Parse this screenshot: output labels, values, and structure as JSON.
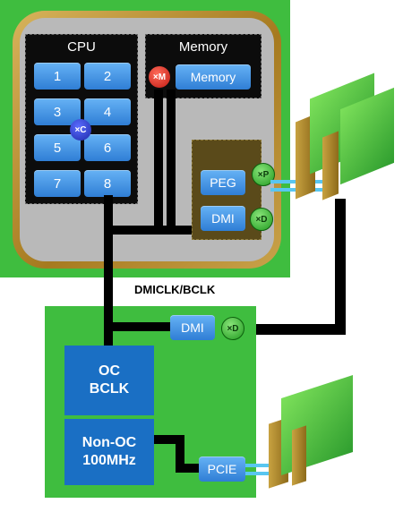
{
  "cpu": {
    "title": "CPU",
    "cores": [
      "1",
      "2",
      "3",
      "4",
      "5",
      "6",
      "7",
      "8"
    ],
    "multiplier_badge": "×C"
  },
  "memory": {
    "title": "Memory",
    "button": "Memory",
    "multiplier_badge": "×M"
  },
  "uncore": {
    "peg_label": "PEG",
    "peg_badge": "×P",
    "dmi_label": "DMI",
    "dmi_badge": "×D"
  },
  "link_label": "DMICLK/BCLK",
  "pch": {
    "dmi_label": "DMI",
    "dmi_badge": "×D",
    "oc_block": [
      "OC",
      "BCLK"
    ],
    "nonoc_block": [
      "Non-OC",
      "100MHz"
    ],
    "pcie_label": "PCIE"
  },
  "colors": {
    "pcb_green": "#3fbd3f",
    "clock_blue": "#1a6fc4",
    "button_blue": "#2f7ed5",
    "wire": "#000000",
    "pcie_lane": "#59c6f0"
  }
}
